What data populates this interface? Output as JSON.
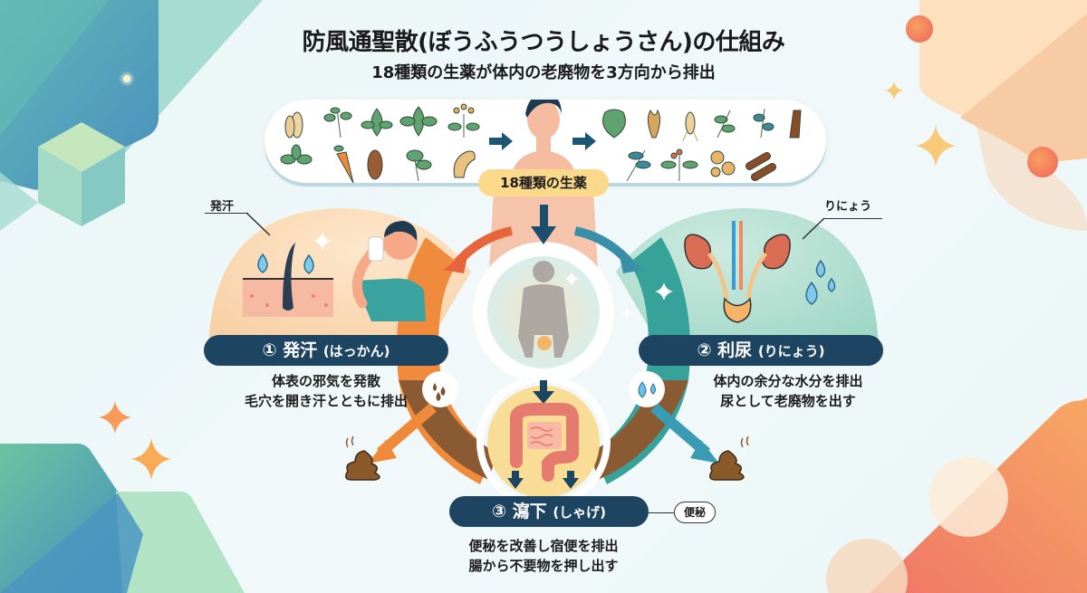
{
  "header": {
    "title": "防風通聖散(ぼうふうつうしょうさん)の仕組み",
    "subtitle": "18種類の生薬が体内の老廃物を3方向から排出"
  },
  "herbs": {
    "label": "18種類の生薬",
    "left_row1": [
      "root",
      "herb-sprig",
      "leaf",
      "leaf-cluster",
      "flower-sprig"
    ],
    "left_row2": [
      "leaf",
      "carrot-root",
      "tuber",
      "parsley",
      "ginger-root"
    ],
    "right_row1": [
      "leaf",
      "root",
      "ginseng",
      "leaf-sprig",
      "herb-sprig",
      "bark"
    ],
    "right_row2": [
      "leaf-sprig",
      "flower-sprig",
      "root-slices",
      "cinnamon-bark"
    ]
  },
  "sections": [
    {
      "number": "①",
      "name": "発汗",
      "reading": "(はっかん)",
      "callout": "発汗",
      "description": [
        "体表の邪気を発散",
        "毛穴を開き汗とともに排出"
      ],
      "color": "#f08a3c"
    },
    {
      "number": "②",
      "name": "利尿",
      "reading": "(りにょう)",
      "callout": "りにょう",
      "description": [
        "体内の余分な水分を排出",
        "尿として老廃物を出す"
      ],
      "color": "#3a9bb5"
    },
    {
      "number": "③",
      "name": "瀉下",
      "reading": "(しゃげ)",
      "callout": "便秘",
      "description": [
        "便秘を改善し宿便を排出",
        "腸から不要物を押し出す"
      ],
      "color": "#8a5a32"
    }
  ],
  "colors": {
    "pill_bg": "#1d4460",
    "herb_label_bg": "#fbd98a",
    "sweat_bg": "#f9dcb8",
    "urine_bg": "#bfe5d6",
    "bowel_bg": "#f9dc96"
  }
}
